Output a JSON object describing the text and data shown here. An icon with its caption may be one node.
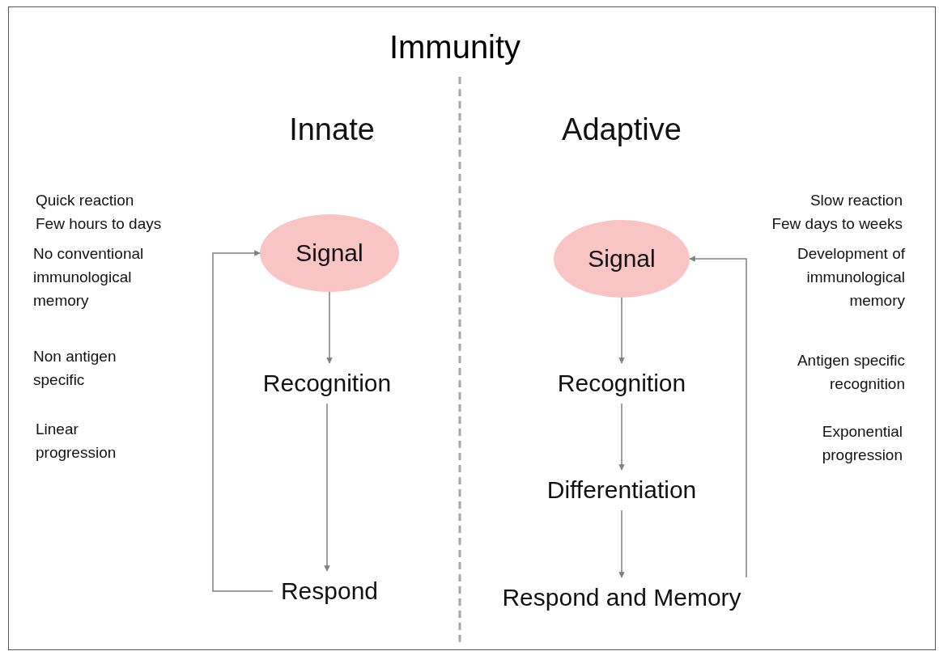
{
  "diagram": {
    "title": "Immunity",
    "nodes": [
      {
        "text": [
          "Signal"
        ]
      },
      {
        "text": [
          "Recognition"
        ]
      },
      {
        "text": [
          "Respond"
        ]
      },
      {
        "text": [
          "Signal"
        ]
      },
      {
        "text": [
          "Recognition"
        ]
      },
      {
        "text": [
          "Differentiation"
        ]
      },
      {
        "text": [
          "Respond and Memory"
        ]
      }
    ],
    "edges": [
      {
        "from": 0,
        "to": 1,
        "arrow": "to"
      },
      {
        "from": 1,
        "to": 2,
        "arrow": "to"
      },
      {
        "from": 2,
        "to": 0,
        "arrow": "to"
      },
      {
        "from": 3,
        "to": 4,
        "arrow": "to"
      },
      {
        "from": 4,
        "to": 5,
        "arrow": "to"
      },
      {
        "from": 5,
        "to": 6,
        "arrow": "to"
      },
      {
        "from": 6,
        "to": 3,
        "arrow": "to"
      }
    ],
    "labels": [
      "Innate",
      "Adaptive",
      "Quick reaction",
      "Few hours to days",
      "No conventional immunological memory",
      "Non antigen specific",
      "Linear progression",
      "Slow reaction",
      "Few days to weeks",
      "Development of immunological memory",
      "Antigen specific recognition",
      "Exponential progression"
    ]
  }
}
